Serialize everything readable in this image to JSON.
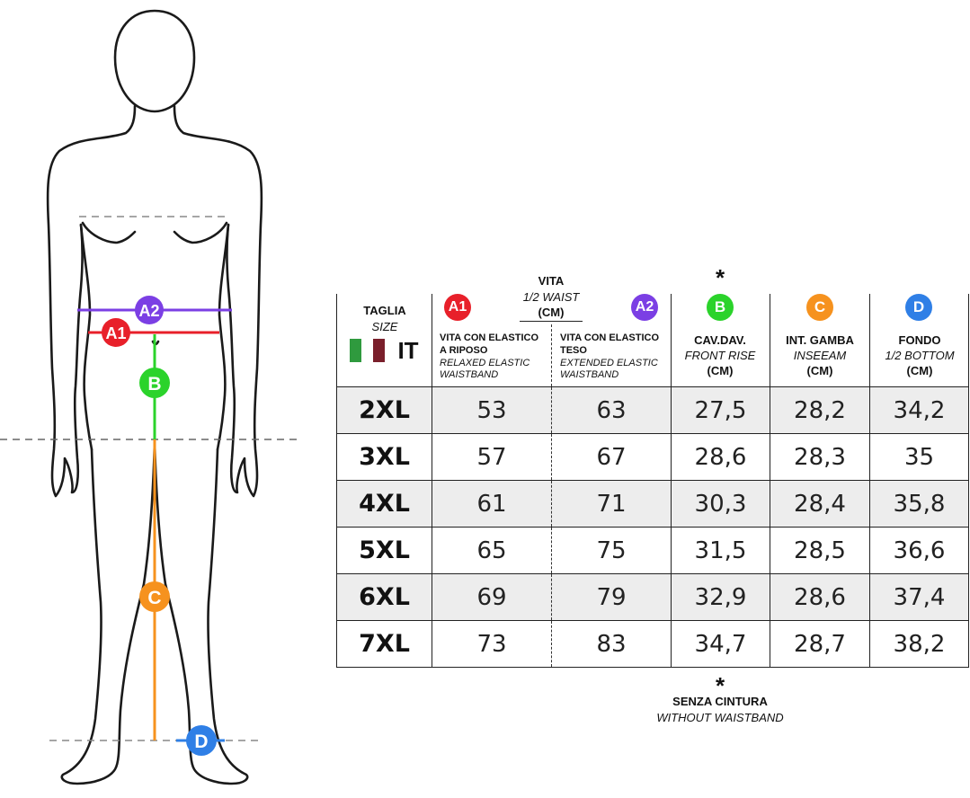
{
  "header": {
    "size_label": "TAGLIA",
    "size_label_en": "SIZE",
    "country": "IT",
    "waist_title": "VITA",
    "waist_sub": "1/2 WAIST",
    "waist_unit": "(CM)",
    "asterisk": "*"
  },
  "columns": {
    "a1": {
      "badge": "A1",
      "color": "#e8202a",
      "line1": "VITA CON ELASTICO",
      "line2": "A RIPOSO",
      "line3": "RELAXED ELASTIC",
      "line4": "WAISTBAND"
    },
    "a2": {
      "badge": "A2",
      "color": "#7b3fe4",
      "line1": "VITA CON ELASTICO",
      "line2": "TESO",
      "line3": "EXTENDED ELASTIC",
      "line4": "WAISTBAND"
    },
    "b": {
      "badge": "B",
      "color": "#2bd32b",
      "title": "CAV.DAV.",
      "sub": "FRONT RISE",
      "unit": "(CM)"
    },
    "c": {
      "badge": "C",
      "color": "#f6921e",
      "title": "INT. GAMBA",
      "sub": "INSEEAM",
      "unit": "(CM)"
    },
    "d": {
      "badge": "D",
      "color": "#2f7fe6",
      "title": "FONDO",
      "sub": "1/2 BOTTOM",
      "unit": "(CM)"
    }
  },
  "rows": [
    {
      "size": "2XL",
      "a1": "53",
      "a2": "63",
      "b": "27,5",
      "c": "28,2",
      "d": "34,2"
    },
    {
      "size": "3XL",
      "a1": "57",
      "a2": "67",
      "b": "28,6",
      "c": "28,3",
      "d": "35"
    },
    {
      "size": "4XL",
      "a1": "61",
      "a2": "71",
      "b": "30,3",
      "c": "28,4",
      "d": "35,8"
    },
    {
      "size": "5XL",
      "a1": "65",
      "a2": "75",
      "b": "31,5",
      "c": "28,5",
      "d": "36,6"
    },
    {
      "size": "6XL",
      "a1": "69",
      "a2": "79",
      "b": "32,9",
      "c": "28,6",
      "d": "37,4"
    },
    {
      "size": "7XL",
      "a1": "73",
      "a2": "83",
      "b": "34,7",
      "c": "28,7",
      "d": "38,2"
    }
  ],
  "footnote": {
    "asterisk": "*",
    "line1": "SENZA CINTURA",
    "line2": "WITHOUT WAISTBAND"
  },
  "figure": {
    "badges": [
      "A2",
      "A1",
      "B",
      "C",
      "D"
    ]
  },
  "colors": {
    "flag_green": "#2f9a3e",
    "flag_white": "#ffffff",
    "flag_red": "#7a1f2b"
  }
}
